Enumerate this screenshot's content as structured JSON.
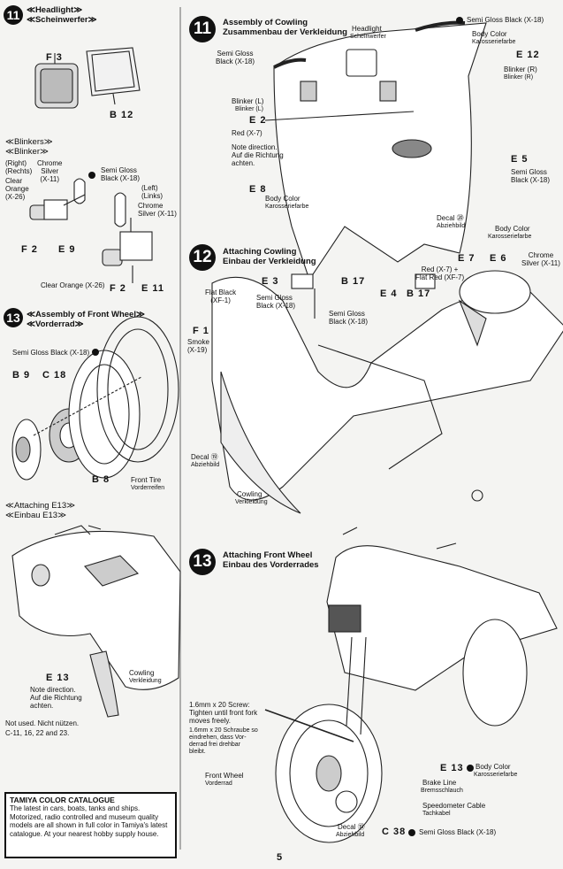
{
  "page_number": "5",
  "left": {
    "headlight": {
      "num": "11",
      "title_en": "≪Headlight≫",
      "title_de": "≪Scheinwerfer≫",
      "parts": [
        "F 3",
        "B 12"
      ]
    },
    "blinkers": {
      "title_en": "≪Blinkers≫",
      "title_de": "≪Blinker≫",
      "right": "(Right)",
      "rechts": "(Rechts)",
      "left": "(Left)",
      "links": "(Links)",
      "clear_orange": "Clear\nOrange\n(X-26)",
      "chrome_silver": "Chrome\nSilver\n(X-11)",
      "semi_gloss_black": "Semi Gloss\nBlack (X-18)",
      "chrome_silver_2": "Chrome\nSilver (X-11)",
      "clear_orange_2": "Clear Orange (X-26)",
      "parts": [
        "F 2",
        "E 9",
        "F 2",
        "E 11"
      ]
    },
    "front_wheel": {
      "num": "13",
      "title_en": "≪Assembly of Front Wheel≫",
      "title_de": "≪Vorderrad≫",
      "paint": "Semi Gloss Black (X-18)",
      "parts": [
        "B 9",
        "C 18",
        "B 8"
      ],
      "front_tire": "Front Tire",
      "vorderreifen": "Vorderreifen"
    },
    "attaching_e13": {
      "title_en": "≪Attaching E13≫",
      "title_de": "≪Einbau E13≫",
      "part": "E 13",
      "note": "Note direction.\nAuf die Richtung\nachten.",
      "cowling": "Cowling",
      "verkleidung": "Verkleidung"
    },
    "not_used": "Not used. Nicht nützen.\nC-11, 16, 22 and 23.",
    "catalogue": {
      "title": "TAMIYA COLOR CATALOGUE",
      "body": "The latest in cars, boats, tanks and ships. Motorized, radio controlled and museum quality models are all shown in full color in Tamiya's latest catalogue. At your nearest hobby supply house."
    }
  },
  "right": {
    "step11": {
      "num": "11",
      "title_en": "Assembly of Cowling",
      "title_de": "Zusammenbau der Verkleidung",
      "headlight": "Headlight",
      "scheinwerfer": "Scheinwerfer",
      "semi_gloss_black_tr": "Semi Gloss Black (X-18)",
      "body_color": "Body Color",
      "karosseriefarbe": "Karosseriefarbe",
      "e12": "E 12",
      "blinker_r": "Blinker (R)",
      "blinker_r_de": "Blinker (R)",
      "semi_gloss_black_l": "Semi Gloss\nBlack (X-18)",
      "blinker_l": "Blinker (L)",
      "blinker_l_de": "Blinker (L)",
      "e2": "E 2",
      "red": "Red (X-7)",
      "note": "Note direction.\nAuf die Richtung\nachten.",
      "e5": "E 5",
      "semi_gloss_black_r": "Semi Gloss\nBlack (X-18)",
      "e8": "E 8",
      "body_color_2": "Body Color",
      "karosseriefarbe_2": "Karosseriefarbe",
      "decal": "Decal ⑳",
      "abziehbild": "Abziehbild",
      "body_color_3": "Body Color",
      "karosseriefarbe_3": "Karosseriefarbe"
    },
    "step12": {
      "num": "12",
      "title_en": "Attaching Cowling",
      "title_de": "Einbau der Verkleidung",
      "flat_black": "Flat Black\n(XF-1)",
      "e3": "E 3",
      "b17": "B 17",
      "semi_gloss_black_a": "Semi Gloss\nBlack (X-18)",
      "red_flat_red": "Red (X-7) +\nFlat Red (XF-7)",
      "e7": "E 7",
      "e6": "E 6",
      "chrome_silver": "Chrome\nSilver (X-11)",
      "e4": "E 4",
      "b17b": "B 17",
      "semi_gloss_black_b": "Semi Gloss\nBlack (X-18)",
      "f1": "F 1",
      "smoke": "Smoke\n(X-19)",
      "decal": "Decal ⑲",
      "abziehbild": "Abziehbild",
      "cowling": "Cowling",
      "verkleidung": "Verkleidung"
    },
    "step13": {
      "num": "13",
      "title_en": "Attaching Front Wheel",
      "title_de": "Einbau des Vorderrades",
      "screw_en": "1.6mm x 20 Screw:\nTighten until front fork\nmoves freely.",
      "screw_de": "1.6mm x 20 Schraube so\neindrehen, dass Vor-\nderrad frei drehbar\nbleibt.",
      "front_wheel": "Front Wheel",
      "vorderrad": "Vorderrad",
      "e13": "E 13",
      "body_color": "Body Color",
      "karosseriefarbe": "Karosseriefarbe",
      "brake_line": "Brake Line",
      "bremsschlauch": "Bremsschlauch",
      "speedometer": "Speedometer Cable",
      "tachkabel": "Tachkabel",
      "decal": "Decal ⑲",
      "abziehbild": "Abziehbild",
      "c38": "C 38",
      "semi_gloss_black": "Semi Gloss Black (X-18)"
    }
  }
}
